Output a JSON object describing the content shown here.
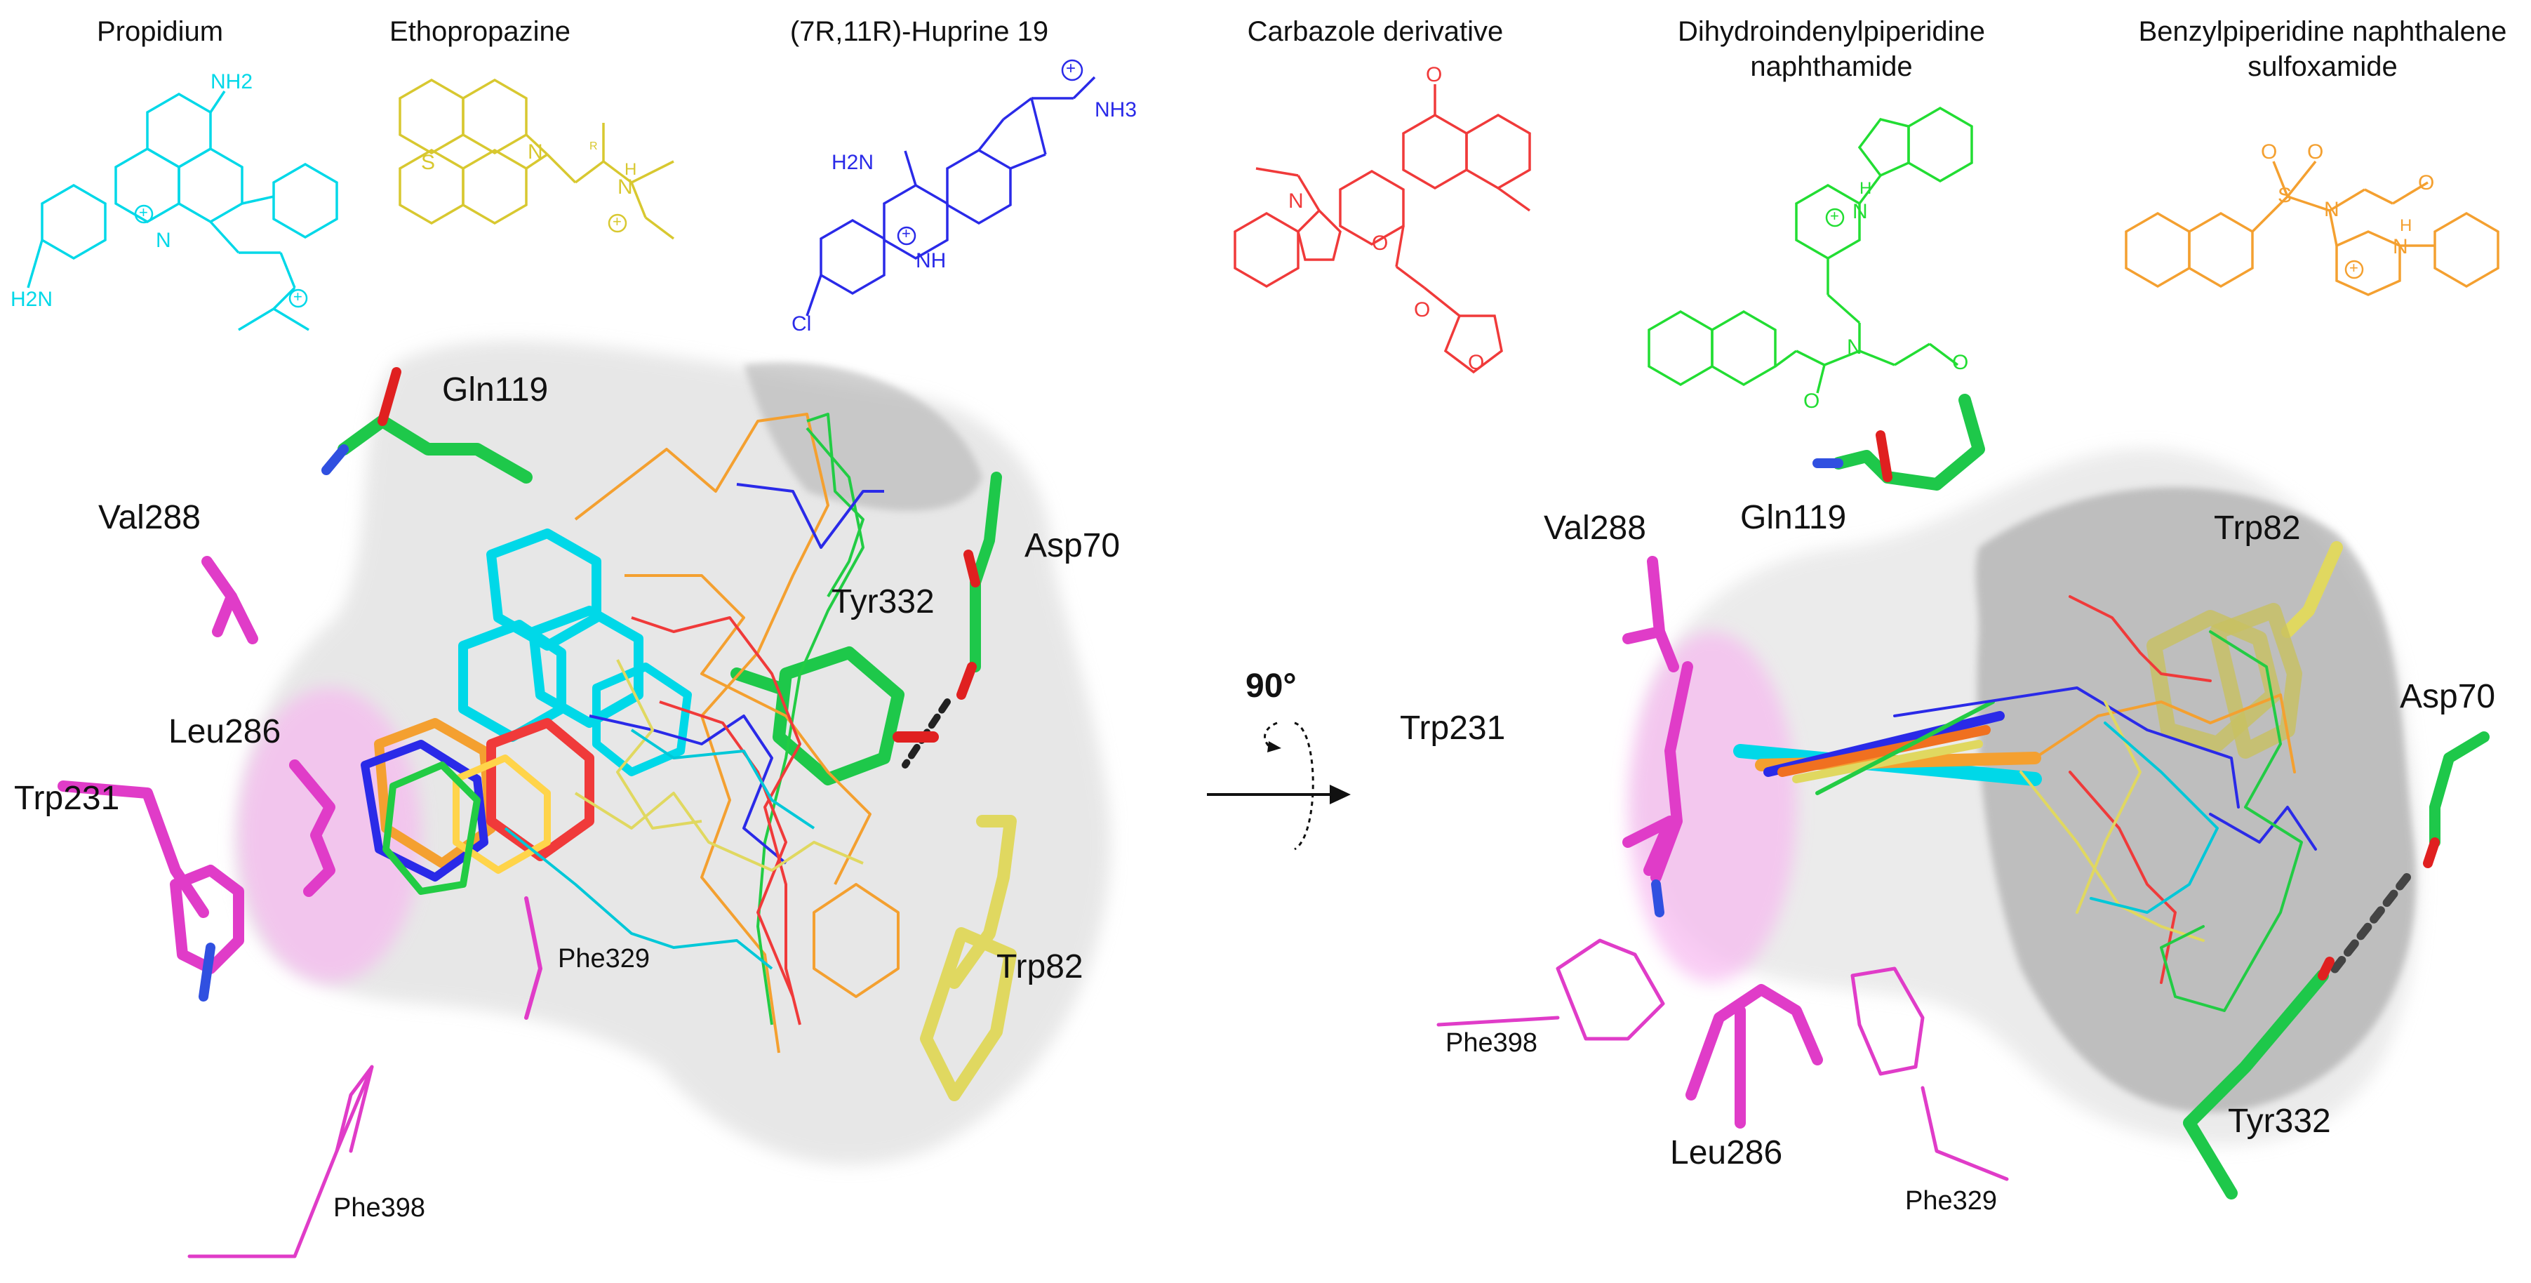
{
  "ligands": [
    {
      "name": "Propidium",
      "color": "#00d8e8",
      "atoms": [
        "NH2",
        "H2N",
        "N"
      ]
    },
    {
      "name": "Ethopropazine",
      "color": "#d8c830",
      "atoms": [
        "S",
        "N",
        "N",
        "H",
        "R"
      ]
    },
    {
      "name": "(7R,11R)-Huprine 19",
      "color": "#2a2ae8",
      "atoms": [
        "NH3",
        "H2N",
        "NH",
        "Cl"
      ]
    },
    {
      "name": "Carbazole derivative",
      "color": "#f03a3a",
      "atoms": [
        "N",
        "O",
        "O",
        "O",
        "O"
      ]
    },
    {
      "name": "Dihydroindenylpiperidine naphthamide",
      "color": "#22dd33",
      "atoms": [
        "N",
        "H",
        "N",
        "O",
        "O"
      ]
    },
    {
      "name": "Benzylpiperidine naphthalene sulfoxamide",
      "color": "#f4a030",
      "atoms": [
        "S",
        "O",
        "O",
        "N",
        "O",
        "N",
        "H"
      ]
    }
  ],
  "charge_symbol": "+",
  "left_panel": {
    "residues": [
      {
        "name": "Gln119"
      },
      {
        "name": "Val288"
      },
      {
        "name": "Asp70"
      },
      {
        "name": "Tyr332"
      },
      {
        "name": "Leu286"
      },
      {
        "name": "Trp231"
      },
      {
        "name": "Phe329"
      },
      {
        "name": "Trp82"
      },
      {
        "name": "Phe398"
      }
    ]
  },
  "rotation": {
    "label": "90°"
  },
  "right_panel": {
    "residues": [
      {
        "name": "Gln119"
      },
      {
        "name": "Val288"
      },
      {
        "name": "Trp82"
      },
      {
        "name": "Asp70"
      },
      {
        "name": "Trp231"
      },
      {
        "name": "Phe398"
      },
      {
        "name": "Leu286"
      },
      {
        "name": "Phe329"
      },
      {
        "name": "Tyr332"
      }
    ]
  },
  "colors": {
    "pocket": "#cfcfcf",
    "pink_region": "#f7b8f0",
    "magenta": "#e03cc8",
    "green": "#22cc44",
    "yellow": "#e0d860",
    "oxygen": "#e02020",
    "nitrogen": "#3050e0"
  }
}
